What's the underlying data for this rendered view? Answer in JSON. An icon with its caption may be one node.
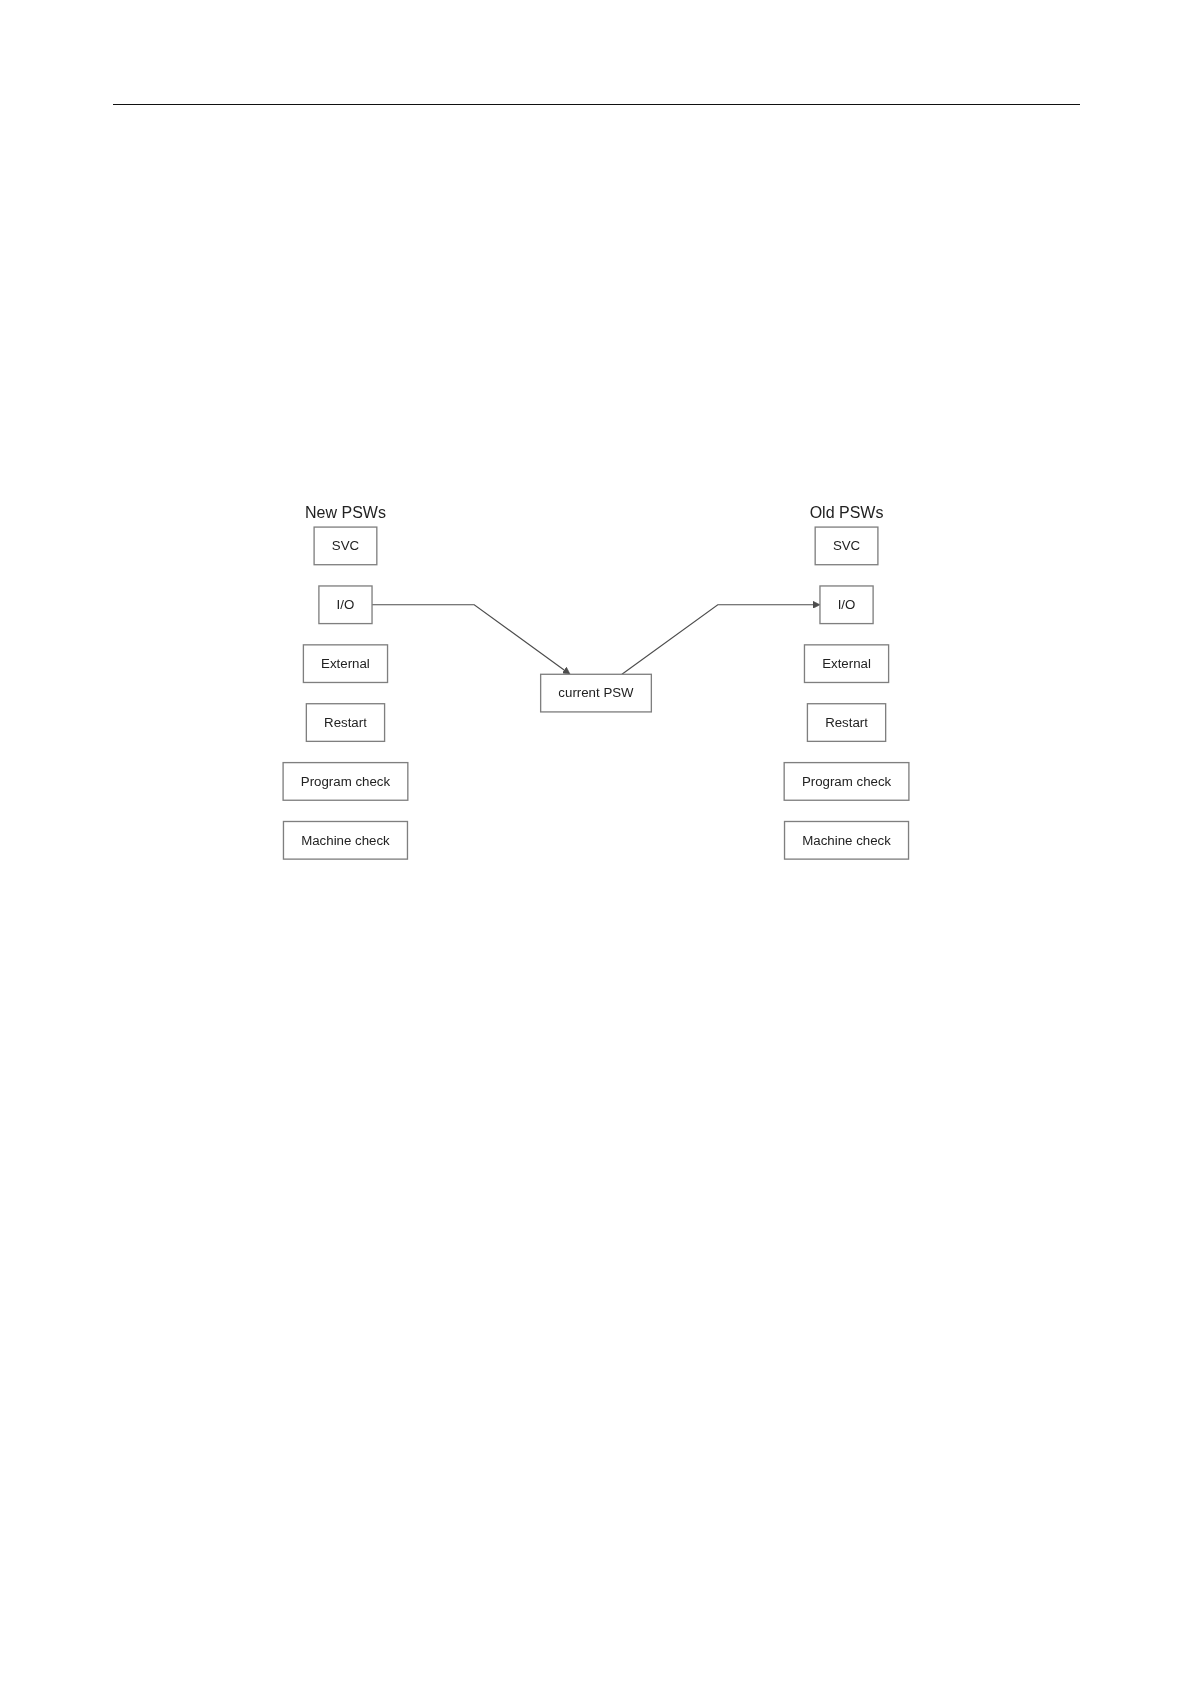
{
  "diagram": {
    "nodes": [
      {
        "text": [
          "SVC"
        ]
      },
      {
        "text": [
          "I/O"
        ]
      },
      {
        "text": [
          "External"
        ]
      },
      {
        "text": [
          "Restart"
        ]
      },
      {
        "text": [
          "Program check"
        ]
      },
      {
        "text": [
          "Machine check"
        ]
      },
      {
        "text": [
          "current PSW"
        ]
      },
      {
        "text": [
          "SVC"
        ]
      },
      {
        "text": [
          "I/O"
        ]
      },
      {
        "text": [
          "External"
        ]
      },
      {
        "text": [
          "Restart"
        ]
      },
      {
        "text": [
          "Program check"
        ]
      },
      {
        "text": [
          "Machine check"
        ]
      }
    ],
    "edges": [
      {
        "from": 1,
        "to": 6,
        "arrow": "to"
      },
      {
        "from": 6,
        "to": 8,
        "arrow": "to"
      }
    ],
    "labels": [
      "New PSWs",
      "Old PSWs"
    ]
  }
}
